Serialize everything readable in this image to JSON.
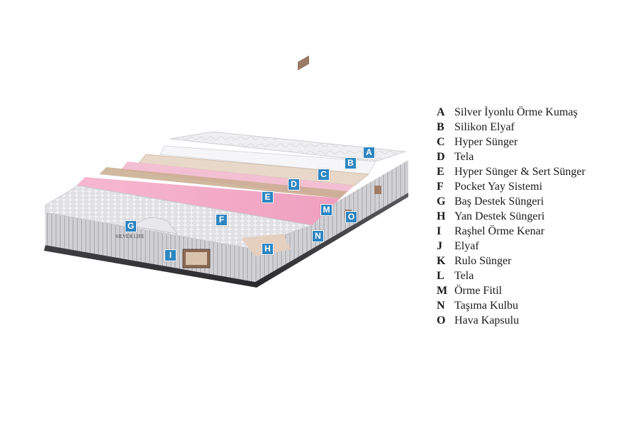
{
  "legend": [
    {
      "letter": "A",
      "text": "Silver İyonlu Örme Kumaş"
    },
    {
      "letter": "B",
      "text": "Silikon Elyaf"
    },
    {
      "letter": "C",
      "text": "Hyper Sünger"
    },
    {
      "letter": "D",
      "text": "Tela"
    },
    {
      "letter": "E",
      "text": "Hyper Sünger & Sert Sünger"
    },
    {
      "letter": "F",
      "text": "Pocket Yay Sistemi"
    },
    {
      "letter": "G",
      "text": "Baş Destek Süngeri"
    },
    {
      "letter": "H",
      "text": "Yan Destek Süngeri"
    },
    {
      "letter": "I",
      "text": "Raşhel Örme Kenar"
    },
    {
      "letter": "J",
      "text": "Elyaf"
    },
    {
      "letter": "K",
      "text": "Rulo Sünger"
    },
    {
      "letter": "L",
      "text": "Tela"
    },
    {
      "letter": "M",
      "text": "Örme Fitil"
    },
    {
      "letter": "N",
      "text": "Taşıma Kulbu"
    },
    {
      "letter": "O",
      "text": "Hava Kapsulu"
    }
  ],
  "markers": {
    "A": "A",
    "B": "B",
    "C": "C",
    "D": "D",
    "E": "E",
    "F": "F",
    "G": "G",
    "H": "H",
    "I": "I",
    "M": "M",
    "N": "N",
    "O": "O"
  },
  "brand_text": "SILVER LIFE",
  "colors": {
    "marker": "#2e86c1",
    "pink_foam": "#f4a9c6",
    "beige_tela": "#c8ab8e",
    "quilt": "#e9e9ec",
    "side_knit": "#cfcfd4"
  }
}
